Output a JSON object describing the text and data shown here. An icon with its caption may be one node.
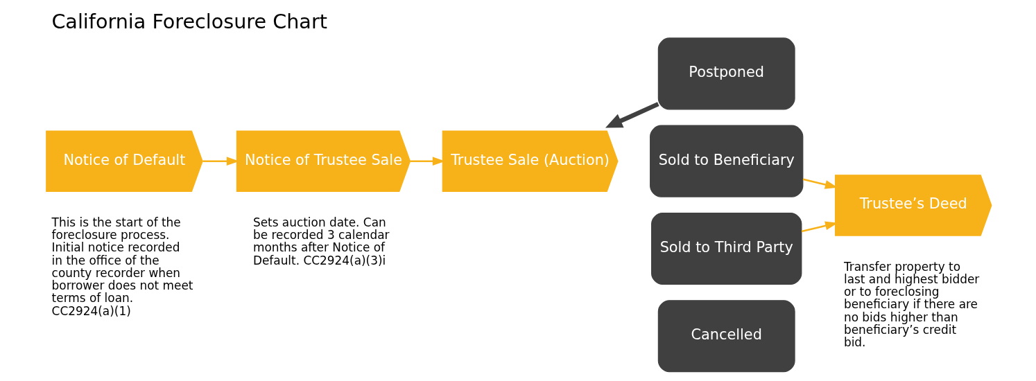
{
  "diagram": {
    "title": "California Foreclosure Chart",
    "nodes": [
      {
        "text": [
          "Notice of Default"
        ],
        "beside": [
          "This is the start of the foreclosure process. Initial notice recorded in the office of the county recorder when borrower does not meet terms of loan. CC2924(a)(1)"
        ]
      },
      {
        "text": [
          "Notice of Trustee Sale"
        ],
        "beside": [
          "Sets auction date. Can be recorded 3 calendar months after Notice of Default. CC2924(a)(3)i"
        ]
      },
      {
        "text": [
          "Trustee Sale (Auction)"
        ]
      },
      {
        "text": [
          "Postponed"
        ]
      },
      {
        "text": [
          "Sold to Beneficiary"
        ]
      },
      {
        "text": [
          "Sold to Third Party"
        ]
      },
      {
        "text": [
          "Cancelled"
        ]
      },
      {
        "text": [
          "Trustee’s Deed"
        ],
        "beside": [
          "Transfer property to last and highest bidder or to foreclosing beneficiary if there are no bids higher than beneficiary’s credit bid."
        ]
      }
    ],
    "edges": [
      {
        "from": 0,
        "to": 1,
        "arrow": "to"
      },
      {
        "from": 1,
        "to": 2,
        "arrow": "to"
      },
      {
        "from": 3,
        "to": 2,
        "arrow": "to",
        "style": "thick",
        "color": "#404040"
      },
      {
        "from": 4,
        "to": 7,
        "arrow": "to"
      },
      {
        "from": 5,
        "to": 7,
        "arrow": "to"
      }
    ]
  }
}
